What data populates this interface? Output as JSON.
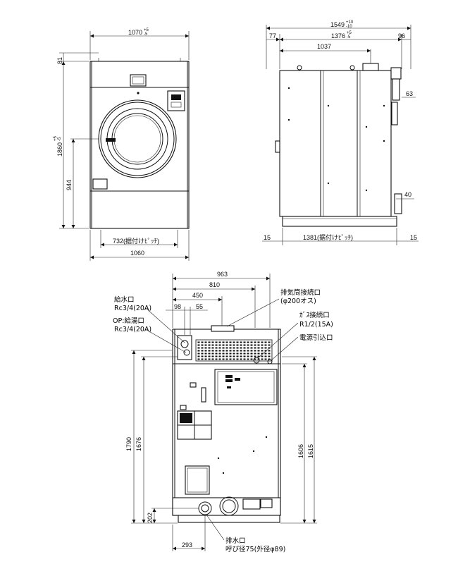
{
  "front_view": {
    "width_dim": "1070",
    "width_tol_plus": "+5",
    "width_tol_minus": "-5",
    "top_dim": "81",
    "height_dim": "1860",
    "height_tol_plus": "+5",
    "height_tol_minus": "-5",
    "door_height_dim": "944",
    "mount_pitch": "732(据付けﾋﾟｯﾁ)",
    "base_width": "1060"
  },
  "side_view": {
    "overall_depth": "1549",
    "overall_tol_plus": "+10",
    "overall_tol_minus": "-10",
    "left_offset": "77",
    "inner_depth": "1376",
    "inner_tol_plus": "+5",
    "inner_tol_minus": "-5",
    "right_offset": "96",
    "top_span": "1037",
    "right_upper": "63",
    "right_lower": "40",
    "foot_left": "15",
    "mount_pitch": "1381(据付けﾋﾟｯﾁ)",
    "foot_right": "15"
  },
  "rear_view": {
    "dim_963": "963",
    "dim_810": "810",
    "dim_450": "450",
    "dim_98": "98",
    "dim_55": "55",
    "dim_1790": "1790",
    "dim_1676": "1676",
    "dim_1606": "1606",
    "dim_1615": "1615",
    "dim_202": "202",
    "dim_293": "293"
  },
  "labels": {
    "water_inlet": "給水口",
    "water_inlet_size": "Rc3/4(20A)",
    "hot_water_inlet": "OP:給湯口",
    "hot_water_inlet_size": "Rc3/4(20A)",
    "exhaust": "排気筒接続口",
    "exhaust_size": "(φ200オス)",
    "gas": "ｶﾞｽ接続口",
    "gas_size": "R1/2(15A)",
    "power": "電源引込口",
    "drain": "排水口",
    "drain_size": "呼び径75(外径φ89)"
  }
}
